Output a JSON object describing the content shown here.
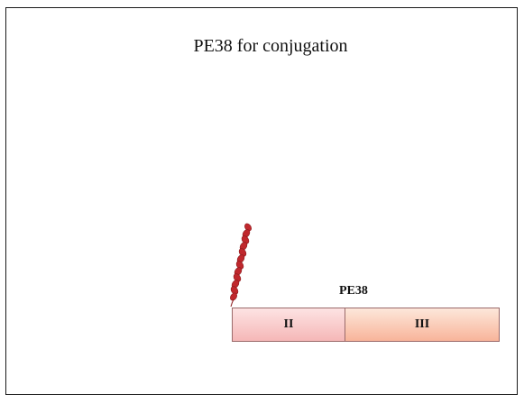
{
  "slide": {
    "title": "PE38 for conjugation"
  },
  "diagram": {
    "protein_name": "PE38",
    "domains": [
      {
        "label": "II",
        "color": "#f5b7b7"
      },
      {
        "label": "III",
        "color": "#f8b49a"
      }
    ],
    "helix_color": "#c0282d",
    "helix_icon": "alpha-helix-icon"
  }
}
